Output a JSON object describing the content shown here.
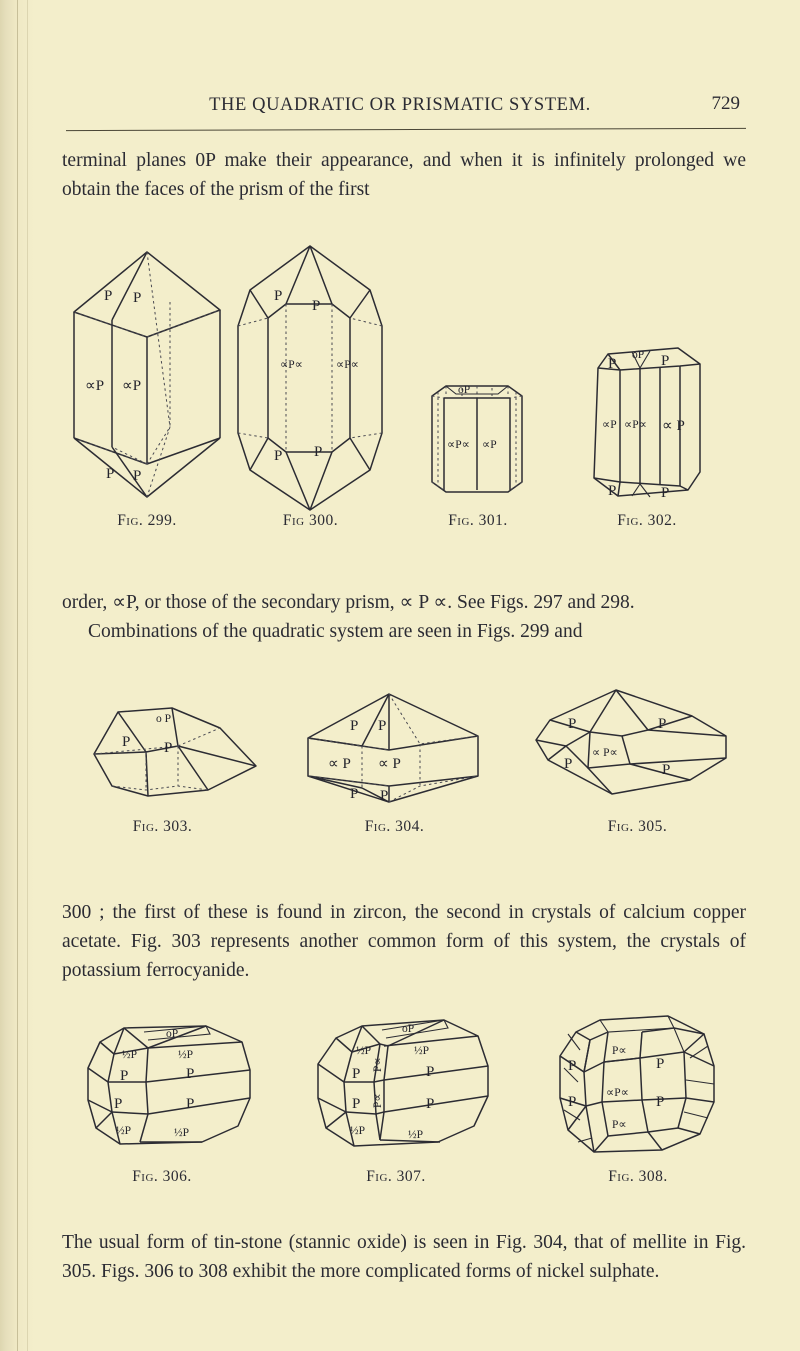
{
  "page": {
    "running_head": "THE QUADRATIC OR PRISMATIC SYSTEM.",
    "folio": "729"
  },
  "paragraphs": {
    "p1": "terminal planes 0P make their appearance, and when it is infinitely prolonged we obtain the faces of the prism of the first",
    "p2": "order, ∝P, or those of the secondary prism, ∝ P ∝.  See Figs. 297 and 298.",
    "p2b": "Combinations of the quadratic system are seen in Figs. 299 and",
    "p3": "300 ; the first of these is found in zircon, the second in crystals of calcium copper acetate.  Fig. 303 represents another common form of this system, the crystals of potassium ferrocyanide.",
    "p4": "The usual form of tin-stone (stannic oxide) is seen in Fig. 304, that of mellite in Fig. 305.  Figs. 306 to 308 exhibit the more complicated forms of nickel sulphate."
  },
  "figures": [
    {
      "id": "fig299",
      "caption": "Fig. 299.",
      "description": "quadratic prism terminated by pyramids",
      "labels": {
        "top_left": "P",
        "top_right": "P",
        "face_left": "∝P",
        "face_right": "∝P",
        "bottom_left": "P",
        "bottom_right": "P"
      }
    },
    {
      "id": "fig300",
      "caption": "Fig 300.",
      "description": "ditetragonal prism with pyramidal terminations",
      "labels": {
        "top_left": "P",
        "top_right": "P",
        "face_left": "∝P∝",
        "face_right": "∝P∝",
        "bottom_left": "P",
        "bottom_right": "P"
      }
    },
    {
      "id": "fig301",
      "caption": "Fig. 301.",
      "description": "prism with basal plane, flat terminated",
      "labels": {
        "top": "oP",
        "face_left": "∝P∝",
        "face_right": "∝P"
      }
    },
    {
      "id": "fig302",
      "caption": "Fig. 302.",
      "description": "combination prism with basal plane and pyramid faces",
      "labels": {
        "top_center": "oP",
        "top_left": "P",
        "top_right": "P",
        "face_left": "∝P",
        "face_mid": "∝P∝",
        "face_right": "∝ P",
        "bottom_left": "P",
        "bottom_right": "P"
      }
    },
    {
      "id": "fig303",
      "caption": "Fig. 303.",
      "description": "flat pyramid with basal plane, potassium ferrocyanide",
      "labels": {
        "top": "o P",
        "left": "P",
        "right": "P"
      }
    },
    {
      "id": "fig304",
      "caption": "Fig. 304.",
      "description": "short prism with pyramids, tin-stone",
      "labels": {
        "top_left": "P",
        "top_right": "P",
        "face_left": "∝ P",
        "face_right": "∝ P",
        "bottom_left": "P",
        "bottom_right": "P"
      }
    },
    {
      "id": "fig305",
      "caption": "Fig. 305.",
      "description": "mellite form",
      "labels": {
        "upper_left": "P",
        "upper_right": "P",
        "center": "∝ P∝",
        "lower_left": "P",
        "lower_right": "P"
      }
    },
    {
      "id": "fig306",
      "caption": "Fig. 306.",
      "description": "complicated nickel sulphate form",
      "labels": {
        "top": "oP",
        "tl": "½P",
        "tr": "½P",
        "ml": "P",
        "mr": "P",
        "ll": "P",
        "lr": "P",
        "bl": "½P",
        "br": "½P"
      }
    },
    {
      "id": "fig307",
      "caption": "Fig. 307.",
      "description": "complicated nickel sulphate form with narrow vertical faces",
      "labels": {
        "top": "oP",
        "tl": "½P",
        "tr": "½P",
        "ml": "P",
        "mr": "P",
        "ll": "P",
        "lr": "P",
        "bl": "½P",
        "br": "½P",
        "narrow_upper": "P∝",
        "narrow_lower": "P∝"
      }
    },
    {
      "id": "fig308",
      "caption": "Fig. 308.",
      "description": "many-faced nickel sulphate crystal",
      "labels": {
        "upper_mid": "P∝",
        "lower_mid": "P∝",
        "center": "∝P∝",
        "left_upper": "P",
        "left_lower": "P",
        "right_upper": "P",
        "right_lower": "P"
      }
    }
  ]
}
